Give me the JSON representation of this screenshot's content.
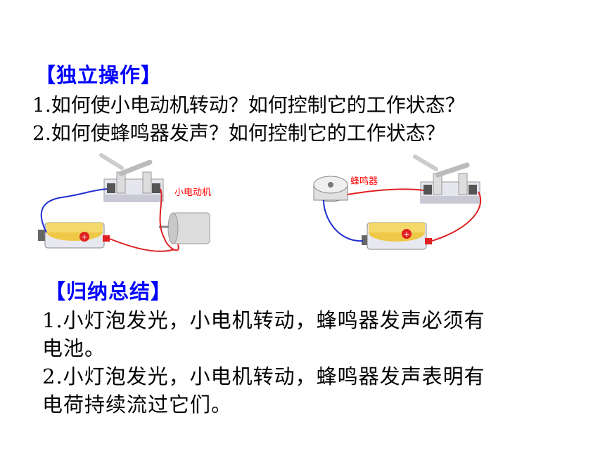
{
  "section1": {
    "heading": "【独立操作】",
    "questions": [
      "1.如何使小电动机转动？如何控制它的工作状态？",
      "2.如何使蜂鸣器发声？如何控制它的工作状态？"
    ]
  },
  "figure_left": {
    "label": "小电动机"
  },
  "figure_right": {
    "label": "蜂鸣器"
  },
  "section2": {
    "heading": "【归纳总结】",
    "lines": [
      "1.小灯泡发光，小电机转动，蜂鸣器发声必须有",
      "电池。",
      "2.小灯泡发光，小电机转动，蜂鸣器发声表明有",
      "电荷持续流过它们。"
    ]
  },
  "colors": {
    "heading": "#0000ff",
    "wire_red": "#e02020",
    "wire_blue": "#2030d0",
    "label_red": "#ff0000"
  }
}
